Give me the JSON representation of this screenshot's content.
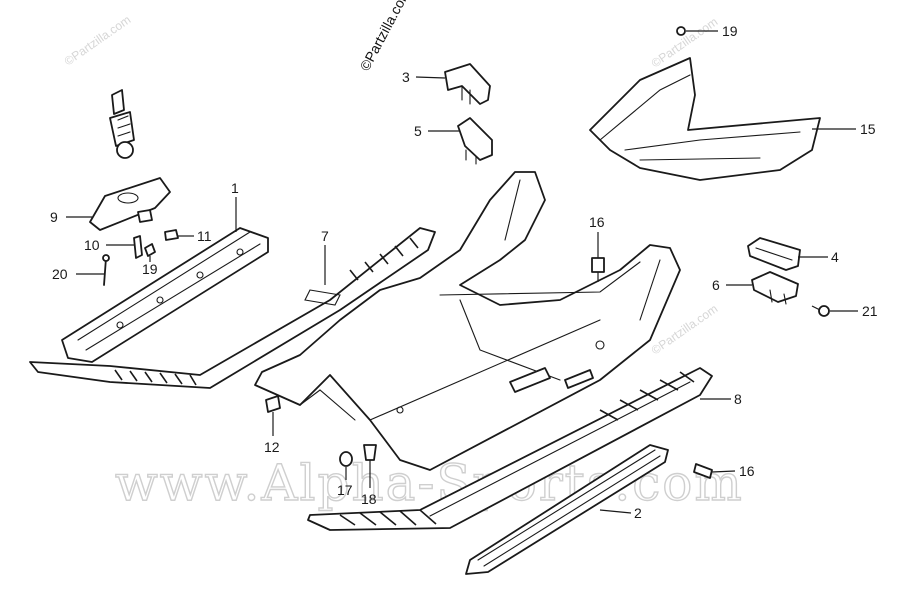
{
  "watermarks": {
    "copyright": "©Partzilla.com",
    "faint": "©Partzilla.com",
    "site": "www.Alpha-Sports.com"
  },
  "callouts": [
    {
      "id": "c1",
      "label": "1"
    },
    {
      "id": "c2",
      "label": "2"
    },
    {
      "id": "c3",
      "label": "3"
    },
    {
      "id": "c4",
      "label": "4"
    },
    {
      "id": "c5",
      "label": "5"
    },
    {
      "id": "c6",
      "label": "6"
    },
    {
      "id": "c7",
      "label": "7"
    },
    {
      "id": "c8",
      "label": "8"
    },
    {
      "id": "c9",
      "label": "9"
    },
    {
      "id": "c10",
      "label": "10"
    },
    {
      "id": "c11",
      "label": "11"
    },
    {
      "id": "c12",
      "label": "12"
    },
    {
      "id": "c15",
      "label": "15"
    },
    {
      "id": "c16a",
      "label": "16"
    },
    {
      "id": "c16b",
      "label": "16"
    },
    {
      "id": "c17",
      "label": "17"
    },
    {
      "id": "c18",
      "label": "18"
    },
    {
      "id": "c19a",
      "label": "19"
    },
    {
      "id": "c19b",
      "label": "19"
    },
    {
      "id": "c20",
      "label": "20"
    },
    {
      "id": "c21",
      "label": "21"
    }
  ]
}
